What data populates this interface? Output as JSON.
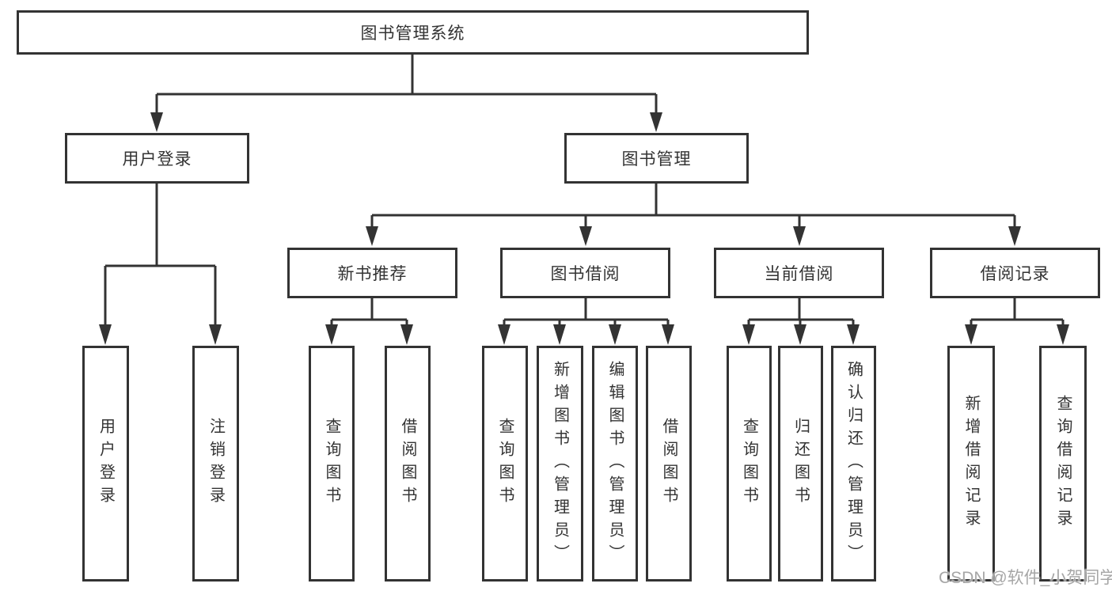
{
  "nodes": {
    "root": "图书管理系统",
    "level2": [
      "用户登录",
      "图书管理"
    ],
    "level3": [
      "新书推荐",
      "图书借阅",
      "当前借阅",
      "借阅记录"
    ],
    "leaves": {
      "user_login": [
        "用户登录",
        "注销登录"
      ],
      "new_book_recommend": [
        "查询图书",
        "借阅图书"
      ],
      "book_borrow": [
        "查询图书",
        "新增图书（管理员）",
        "编辑图书（管理员）",
        "借阅图书"
      ],
      "current_borrow": [
        "查询图书",
        "归还图书",
        "确认归还（管理员）"
      ],
      "borrow_records": [
        "新增借阅记录",
        "查询借阅记录"
      ]
    }
  },
  "watermark": "CSDN @软件_小贺同学",
  "colors": {
    "line": "#333333",
    "text": "#333333",
    "background": "#ffffff",
    "watermark": "#a6a6a6"
  }
}
